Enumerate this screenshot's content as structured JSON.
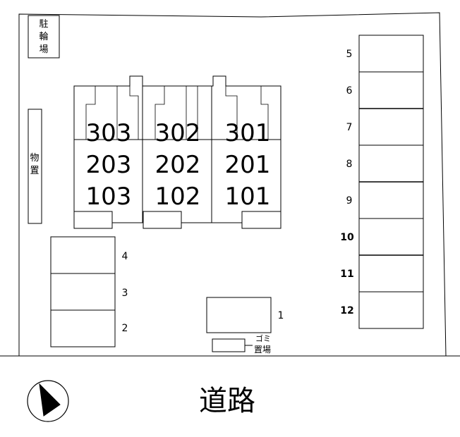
{
  "bicycle_parking_label": [
    "駐",
    "輪",
    "場"
  ],
  "storage_label": [
    "物",
    "置"
  ],
  "units": {
    "third_floor": [
      "303",
      "302",
      "301"
    ],
    "second_floor": [
      "203",
      "202",
      "201"
    ],
    "first_floor": [
      "103",
      "102",
      "101"
    ]
  },
  "parking_right": [
    "5",
    "6",
    "7",
    "8",
    "9",
    "10",
    "11",
    "12"
  ],
  "parking_left": [
    "4",
    "3",
    "2"
  ],
  "parking_bottom": "1",
  "garbage_label": [
    "ゴミ",
    "置場"
  ],
  "road_label": "道路",
  "compass": "north-arrow"
}
